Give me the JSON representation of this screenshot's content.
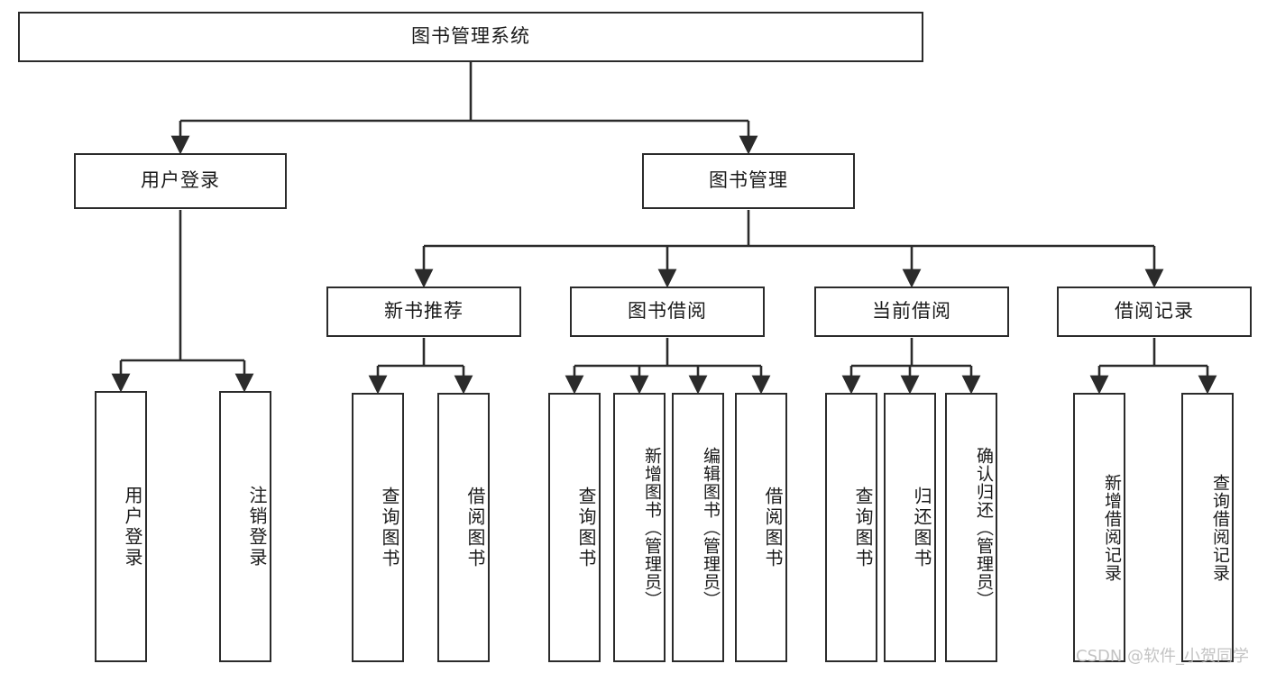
{
  "diagram": {
    "title": "图书管理系统",
    "type": "tree-hierarchy",
    "root": {
      "label": "图书管理系统"
    },
    "level2": [
      {
        "label": "用户登录"
      },
      {
        "label": "图书管理"
      }
    ],
    "level3": [
      {
        "label": "新书推荐"
      },
      {
        "label": "图书借阅"
      },
      {
        "label": "当前借阅"
      },
      {
        "label": "借阅记录"
      }
    ],
    "leaves": {
      "user_login": [
        {
          "label": "用户登录"
        },
        {
          "label": "注销登录"
        }
      ],
      "new_book_recommend": [
        {
          "label": "查询图书"
        },
        {
          "label": "借阅图书"
        }
      ],
      "book_borrow": [
        {
          "label": "查询图书"
        },
        {
          "label": "新增图书（管理员）"
        },
        {
          "label": "编辑图书（管理员）"
        },
        {
          "label": "借阅图书"
        }
      ],
      "current_borrow": [
        {
          "label": "查询图书"
        },
        {
          "label": "归还图书"
        },
        {
          "label": "确认归还（管理员）"
        }
      ],
      "borrow_record": [
        {
          "label": "新增借阅记录"
        },
        {
          "label": "查询借阅记录"
        }
      ]
    }
  },
  "colors": {
    "stroke": "#2b2b2b",
    "fill": "#ffffff",
    "text": "#1a1a1a",
    "watermark": "#b9b9b9"
  },
  "watermark": {
    "text": "CSDN @软件_小贺同学"
  }
}
